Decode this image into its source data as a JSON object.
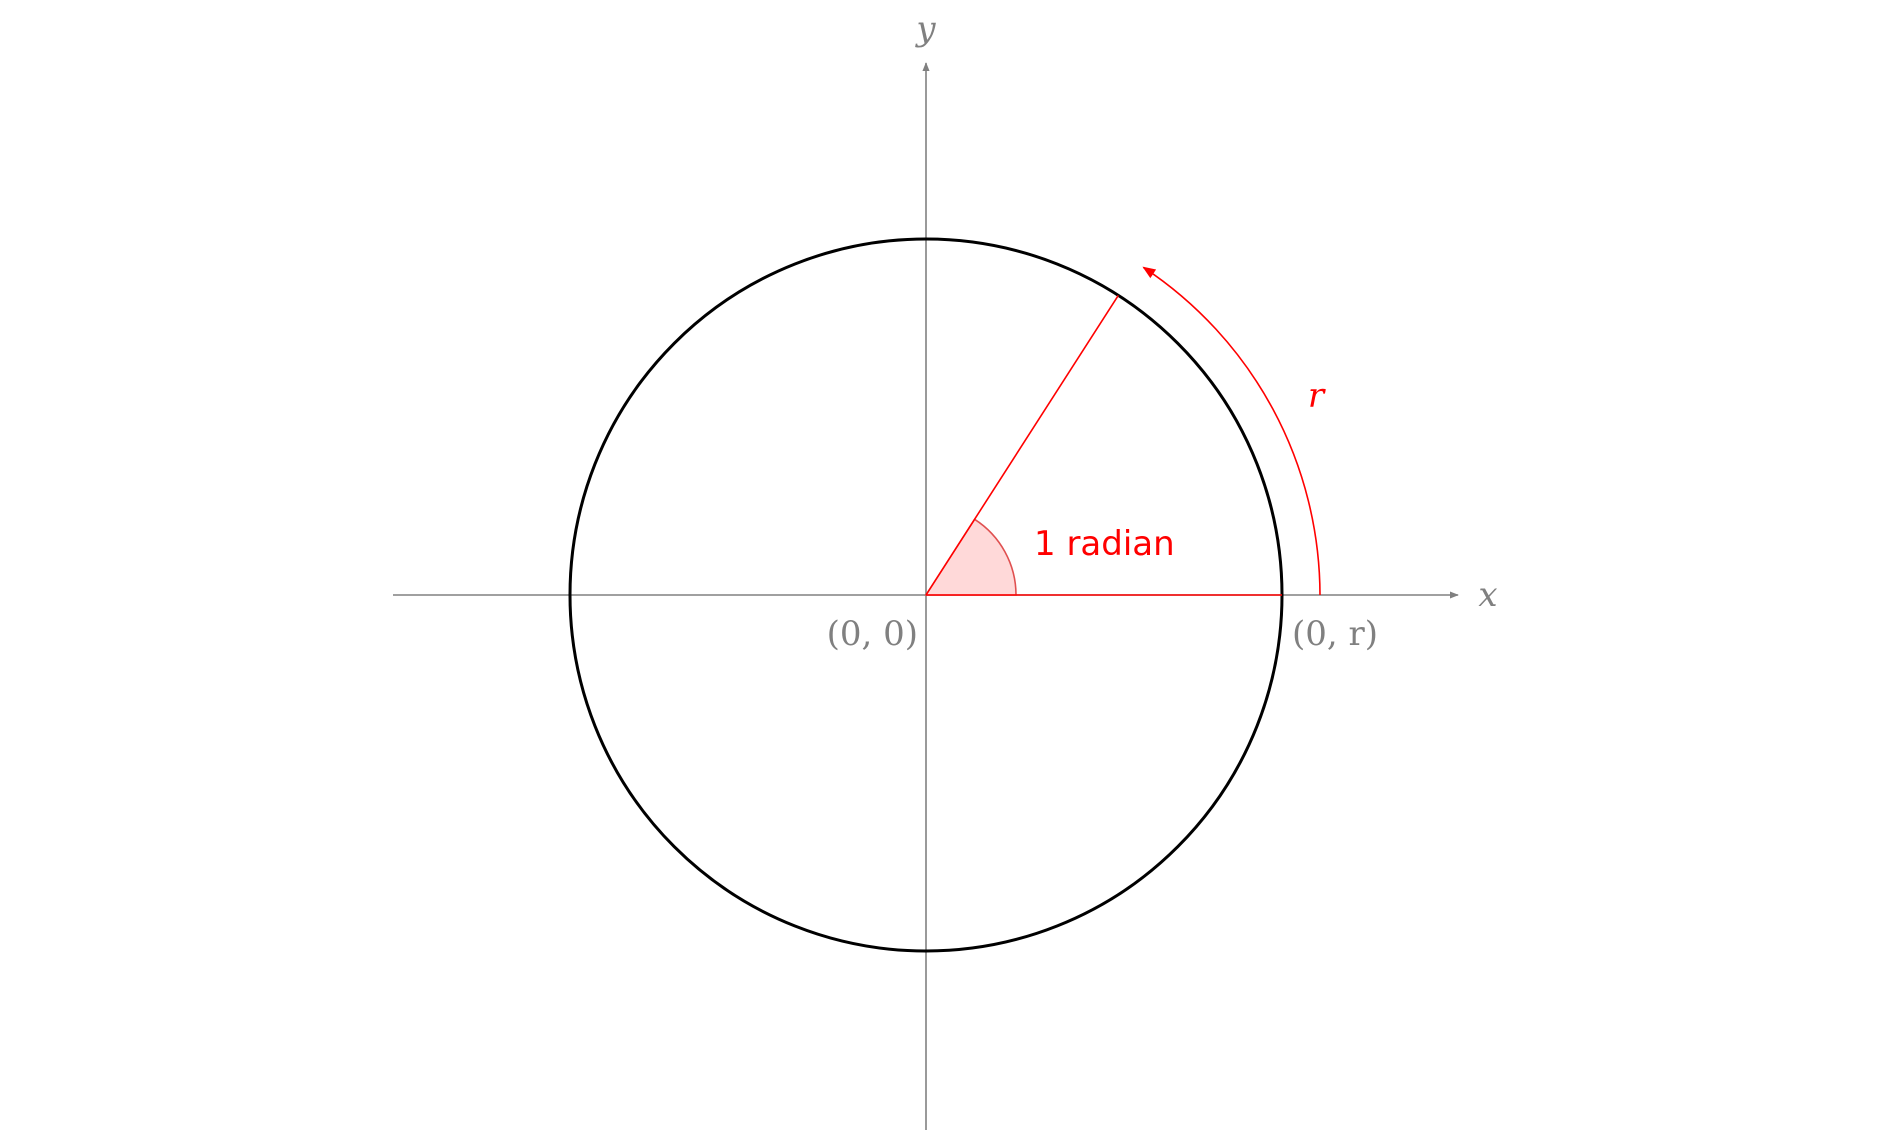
{
  "labels": {
    "x_axis": "x",
    "y_axis": "y",
    "origin": "(0, 0)",
    "point_on_circle": "(0, r)",
    "arc_length": "r",
    "angle": "1 radian"
  },
  "angle_radians": 1,
  "colors": {
    "axis": "#808080",
    "circle": "#000000",
    "highlight": "#ff0000",
    "angle_fill": "#ffd9d9",
    "angle_stroke": "#e05050"
  }
}
